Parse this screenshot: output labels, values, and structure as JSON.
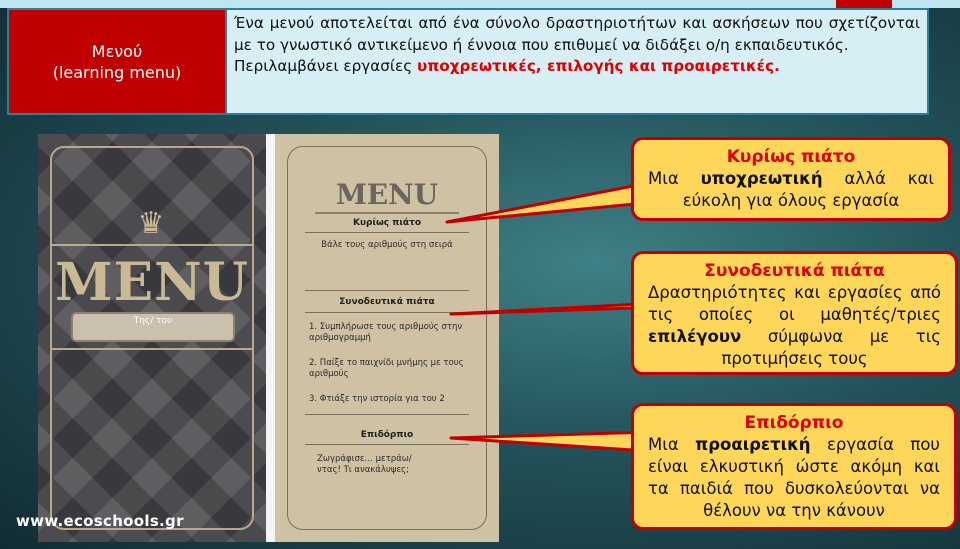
{
  "definition": {
    "term": "Μενού",
    "term_en": "(learning menu)",
    "text_1": "Ένα μενού αποτελείται από ένα σύνολο δραστηριοτήτων και ασκήσεων που σχετίζονται με το γνωστικό αντικείμενο ή έννοια που επιθυμεί να διδάξει ο/η εκπαιδευτικός.",
    "text_2": "Περιλαμβάνει εργασίες ",
    "text_2_highlight": "υποχρεωτικές, επιλογής και προαιρετικές."
  },
  "cover": {
    "title": "MENU",
    "name_field": "Της/ του"
  },
  "menu_page": {
    "title": "MENU",
    "main_heading": "Κυρίως πιάτο",
    "main_item": "Βάλε τους αριθμούς στη σειρά",
    "side_heading": "Συνοδευτικά πιάτα",
    "side_items": [
      "1.   Συμπλήρωσε τους αριθμούς στην αριθμογραμμή",
      "2.   Παίξε το παιχνίδι μνήμης με τους αριθμούς",
      "3.   Φτιάξε την ιστορία για του 2"
    ],
    "dessert_heading": "Επιδόρπιο",
    "dessert_item": "Ζωγράφισε… μετράω/ντας! Τι ανακάλυψες;"
  },
  "callouts": {
    "main": {
      "title": "Κυρίως πιάτο",
      "pre": "Μια ",
      "bold": "υποχρεωτική",
      "post": " αλλά και εύκολη για όλους εργασία"
    },
    "side": {
      "title": "Συνοδευτικά πιάτα",
      "pre": "Δραστηριότητες και εργασίες από τις οποίες οι μαθητές/τριες ",
      "bold": "επιλέγουν",
      "post": " σύμφωνα με τις προτιμήσεις τους"
    },
    "dessert": {
      "title": "Επιδόρπιο",
      "pre": "Μια ",
      "bold": "προαιρετική",
      "post": " εργασία που είναι ελκυστική ώστε ακόμη και τα παιδιά που δυσκολεύονται να θέλουν να την κάνουν"
    }
  },
  "watermark": "www.ecoschools.gr",
  "colors": {
    "accent_red": "#c00000",
    "callout_fill": "#fdd65a",
    "table_fill": "#d6eef4",
    "table_border": "#2a7f9d"
  }
}
